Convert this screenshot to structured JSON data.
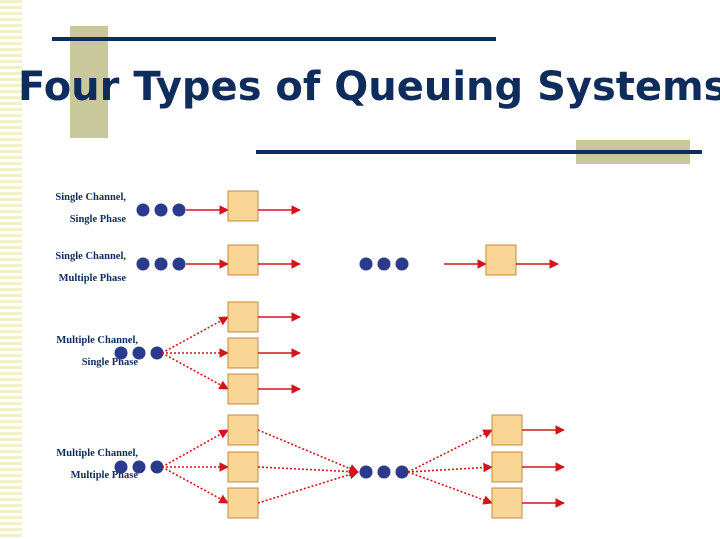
{
  "title": "Four Types of Queuing Systems",
  "colors": {
    "navy": "#0e2d5c",
    "olive": "#c9c89a",
    "queue_dot": "#2a3a8c",
    "arrow_red": "#d2151b",
    "server_fill": "#fad696",
    "server_stroke": "#c4883c"
  },
  "systems": [
    {
      "label_line1": "Single Channel,",
      "label_line2": "Single Phase"
    },
    {
      "label_line1": "Single Channel,",
      "label_line2": "Multiple Phase"
    },
    {
      "label_line1": "Multiple Channel,",
      "label_line2": "Single Phase"
    },
    {
      "label_line1": "Multiple Channel,",
      "label_line2": "Multiple Phase"
    }
  ]
}
